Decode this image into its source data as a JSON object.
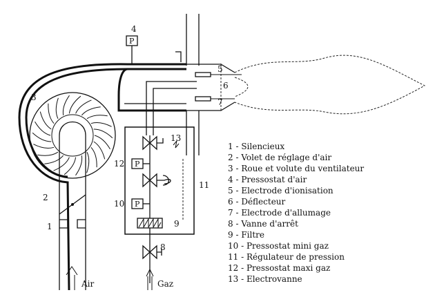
{
  "diagram": {
    "callouts": {
      "c1": "1",
      "c2": "2",
      "c3": "3",
      "c4": "4",
      "c5": "5",
      "c6": "6",
      "c7": "7",
      "c8": "8",
      "c9": "9",
      "c10": "10",
      "c11": "11",
      "c12": "12",
      "c13": "13"
    },
    "pressure_switch_symbol": "P",
    "inlet_air_label": "Air",
    "inlet_gas_label": "Gaz",
    "legend": [
      "1 - Silencieux",
      "2 - Volet de réglage d'air",
      "3 - Roue et volute du ventilateur",
      "4 - Pressostat d'air",
      "5 - Electrode d'ionisation",
      "6 - Déflecteur",
      "7 - Electrode d'allumage",
      "8 - Vanne d'arrêt",
      "9 - Filtre",
      "10 - Pressostat mini gaz",
      "11 - Régulateur de pression",
      "12 - Pressostat maxi gaz",
      "13 - Electrovanne"
    ]
  }
}
